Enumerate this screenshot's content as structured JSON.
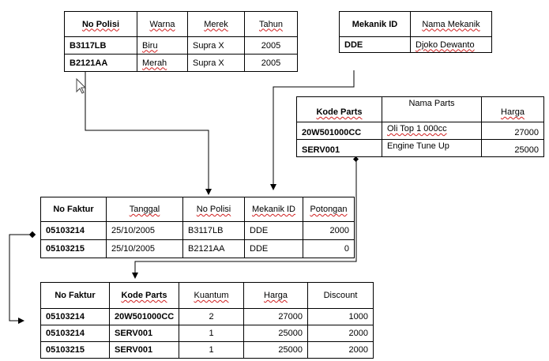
{
  "kendaraan": {
    "headers": [
      "No Polisi",
      "Warna",
      "Merek",
      "Tahun"
    ],
    "rows": [
      [
        "B3117LB",
        "Biru",
        "Supra X",
        "2005"
      ],
      [
        "B2121AA",
        "Merah",
        "Supra X",
        "2005"
      ]
    ]
  },
  "mekanik": {
    "headers": [
      "Mekanik ID",
      "Nama Mekanik"
    ],
    "rows": [
      [
        "DDE",
        "Djoko Dewanto"
      ]
    ]
  },
  "parts": {
    "headers": [
      "Kode Parts",
      "Nama Parts",
      "Harga"
    ],
    "rows": [
      [
        "20W501000CC",
        "Oli Top 1 000cc",
        "27000"
      ],
      [
        "SERV001",
        "Engine Tune Up",
        "25000"
      ]
    ]
  },
  "faktur": {
    "headers": [
      "No Faktur",
      "Tanggal",
      "No Polisi",
      "Mekanik ID",
      "Potongan"
    ],
    "rows": [
      [
        "05103214",
        "25/10/2005",
        "B3117LB",
        "DDE",
        "2000"
      ],
      [
        "05103215",
        "25/10/2005",
        "B2121AA",
        "DDE",
        "0"
      ]
    ]
  },
  "detail": {
    "headers": [
      "No Faktur",
      "Kode Parts",
      "Kuantum",
      "Harga",
      "Discount"
    ],
    "rows": [
      [
        "05103214",
        "20W501000CC",
        "2",
        "27000",
        "1000"
      ],
      [
        "05103214",
        "SERV001",
        "1",
        "25000",
        "2000"
      ],
      [
        "05103215",
        "SERV001",
        "1",
        "25000",
        "2000"
      ]
    ]
  },
  "icons": {
    "cursor": "mouse-pointer-icon"
  }
}
